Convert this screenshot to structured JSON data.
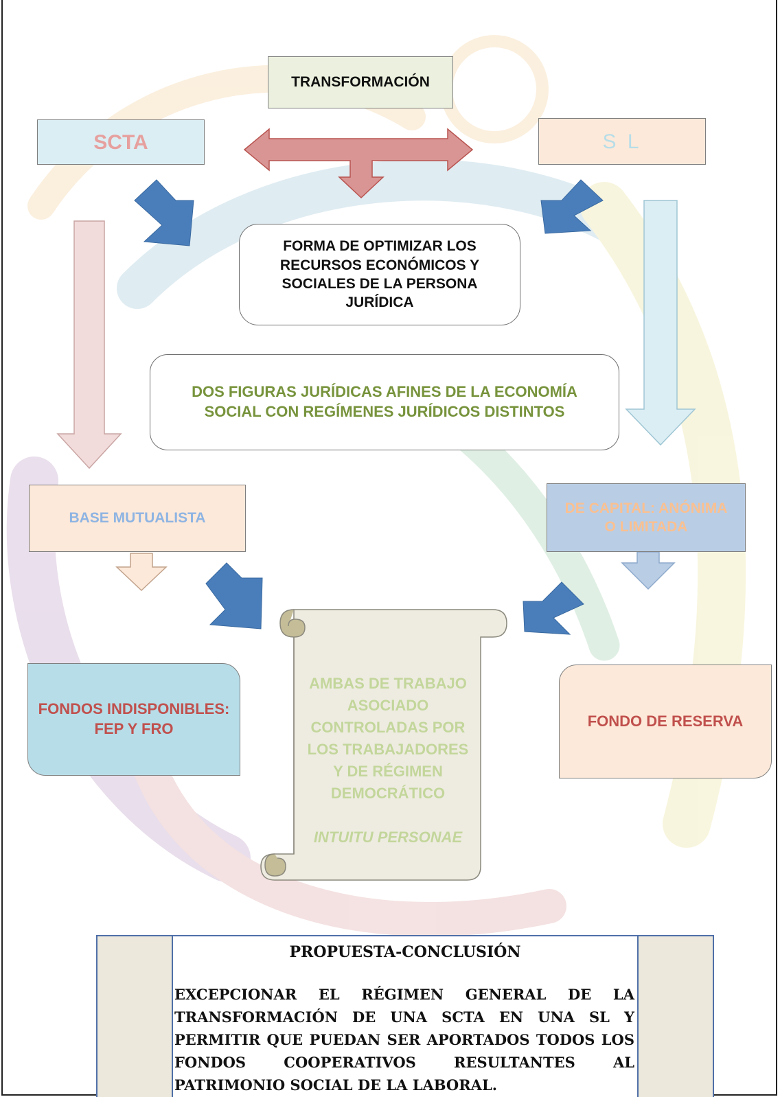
{
  "diagram": {
    "transformacion": "TRANSFORMACIÓN",
    "scta": "SCTA",
    "sl": "S L",
    "forma_optimizar": "FORMA DE OPTIMIZAR LOS RECURSOS ECONÓMICOS Y SOCIALES DE LA PERSONA JURÍDICA",
    "dos_figuras": "DOS FIGURAS JURÍDICAS AFINES DE LA ECONOMÍA SOCIAL CON REGÍMENES JURÍDICOS DISTINTOS",
    "base_mutualista": "BASE MUTUALISTA",
    "de_capital": "DE CAPITAL: ANÓNIMA O LIMITADA",
    "fondos_indisponibles": "FONDOS INDISPONIBLES: FEP Y FRO",
    "fondo_reserva": "FONDO DE RESERVA",
    "ambas": "AMBAS DE TRABAJO ASOCIADO CONTROLADAS POR LOS TRABAJADORES Y DE RÉGIMEN DEMOCRÁTICO",
    "intuitu": "INTUITU PERSONAE"
  },
  "conclusion": {
    "title": "PROPUESTA-CONCLUSIÓN",
    "body": "EXCEPCIONAR EL RÉGIMEN GENERAL DE LA TRANSFORMACIÓN DE UNA SCTA EN UNA SL Y PERMITIR QUE PUEDAN SER APORTADOS TODOS LOS FONDOS COOPERATIVOS RESULTANTES AL PATRIMONIO SOCIAL DE LA LABORAL."
  },
  "colors": {
    "blue_arrow": "#4a7ebb",
    "red_text": "#c0504d",
    "green_text": "#77933c"
  }
}
